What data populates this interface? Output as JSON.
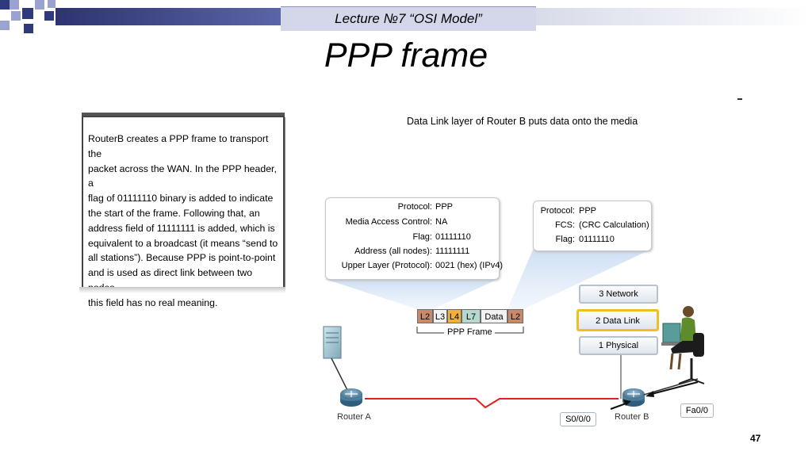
{
  "header": {
    "lecture": "Lecture  №7 “OSI Model”",
    "title": "PPP frame"
  },
  "card": {
    "lines": [
      "RouterB creates a PPP frame to transport the",
      "packet across the WAN. In the PPP header, a",
      "flag of 01111110 binary is added to indicate",
      "the start of the frame. Following that, an",
      "address field of 11111111 is added, which is",
      "equivalent to a broadcast (it means “send to",
      "all stations”).  Because PPP is point-to-point",
      "and is used as direct link between two nodes,",
      "this field has no real meaning."
    ]
  },
  "diagram": {
    "caption": "Data Link layer of Router B puts data onto the media",
    "header_box": {
      "labels": [
        "Protocol:",
        "Media Access Control:",
        "Flag:",
        "Address (all nodes):",
        "Upper Layer (Protocol):"
      ],
      "values": [
        "PPP",
        "NA",
        "01111110",
        "11111111",
        "0021 (hex) (IPv4)"
      ]
    },
    "trailer_box": {
      "labels": [
        "Protocol:",
        "FCS:",
        "Flag:"
      ],
      "values": [
        "PPP",
        "(CRC Calculation)",
        "01111110"
      ]
    },
    "frame": {
      "segments": [
        "L2",
        "L3",
        "L4",
        "L7",
        "Data",
        "L2"
      ],
      "label": "PPP Frame"
    },
    "layers": [
      "3 Network",
      "2 Data Link",
      "1 Physical"
    ],
    "routers": {
      "a": "Router A",
      "b": "Router B"
    },
    "interfaces": {
      "serial": "S0/0/0",
      "fast": "Fa0/0"
    },
    "colors": {
      "l2": "#c98a6c",
      "l3": "#f2f2f2",
      "l4": "#f2b233",
      "l7": "#b6d8d0",
      "data": "#f2f2f2",
      "wan_link": "#e0201c",
      "highlight": "#f0c020"
    }
  },
  "footer": {
    "page": "47"
  }
}
